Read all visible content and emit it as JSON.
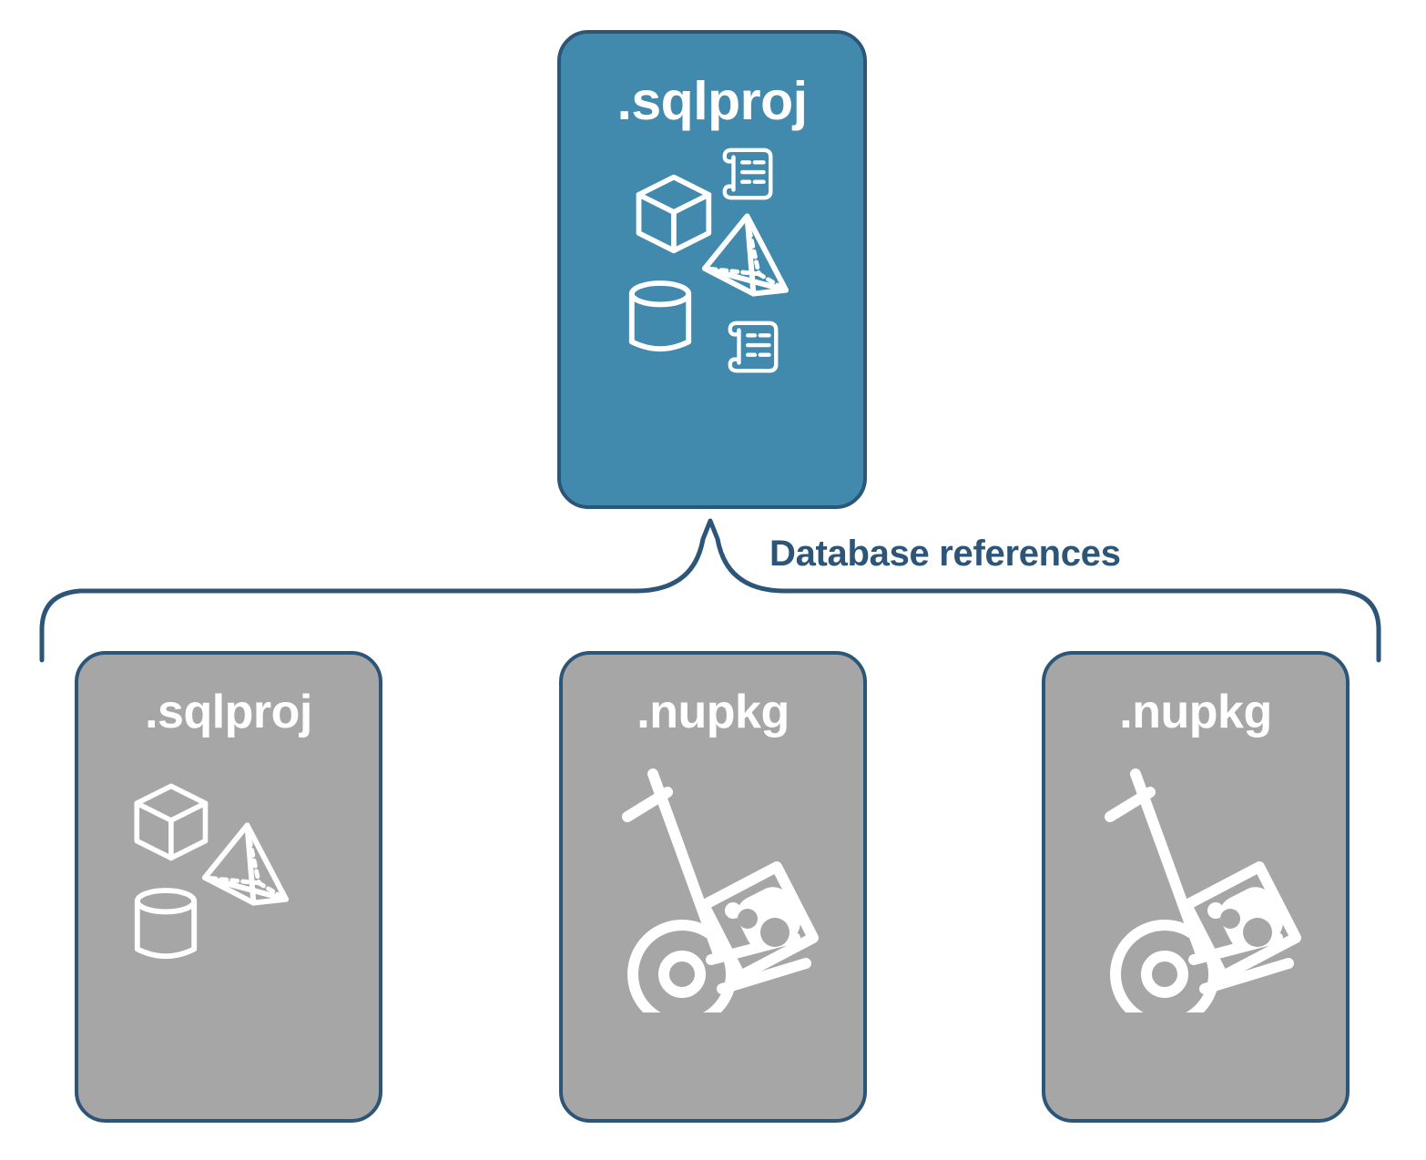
{
  "diagram": {
    "title_node": {
      "label": ".sqlproj",
      "fill": "#4189ad",
      "stroke": "#2c5578",
      "icons": [
        "cube-icon",
        "scroll-icon",
        "pyramid-icon",
        "cylinder-icon",
        "scroll-icon"
      ]
    },
    "connector": {
      "label": "Database references",
      "color": "#2c5578",
      "style": "curly-brace"
    },
    "reference_nodes": [
      {
        "label": ".sqlproj",
        "fill": "#a6a6a6",
        "stroke": "#2c5578",
        "icons": [
          "cube-icon",
          "pyramid-icon",
          "cylinder-icon"
        ]
      },
      {
        "label": ".nupkg",
        "fill": "#a6a6a6",
        "stroke": "#2c5578",
        "icons": [
          "hand-truck-package-icon"
        ]
      },
      {
        "label": ".nupkg",
        "fill": "#a6a6a6",
        "stroke": "#2c5578",
        "icons": [
          "hand-truck-package-icon"
        ]
      }
    ]
  },
  "colors": {
    "accent_teal": "#4189ad",
    "stroke_navy": "#2c5578",
    "gray_fill": "#a6a6a6",
    "icon_white": "#ffffff",
    "background": "#ffffff"
  }
}
